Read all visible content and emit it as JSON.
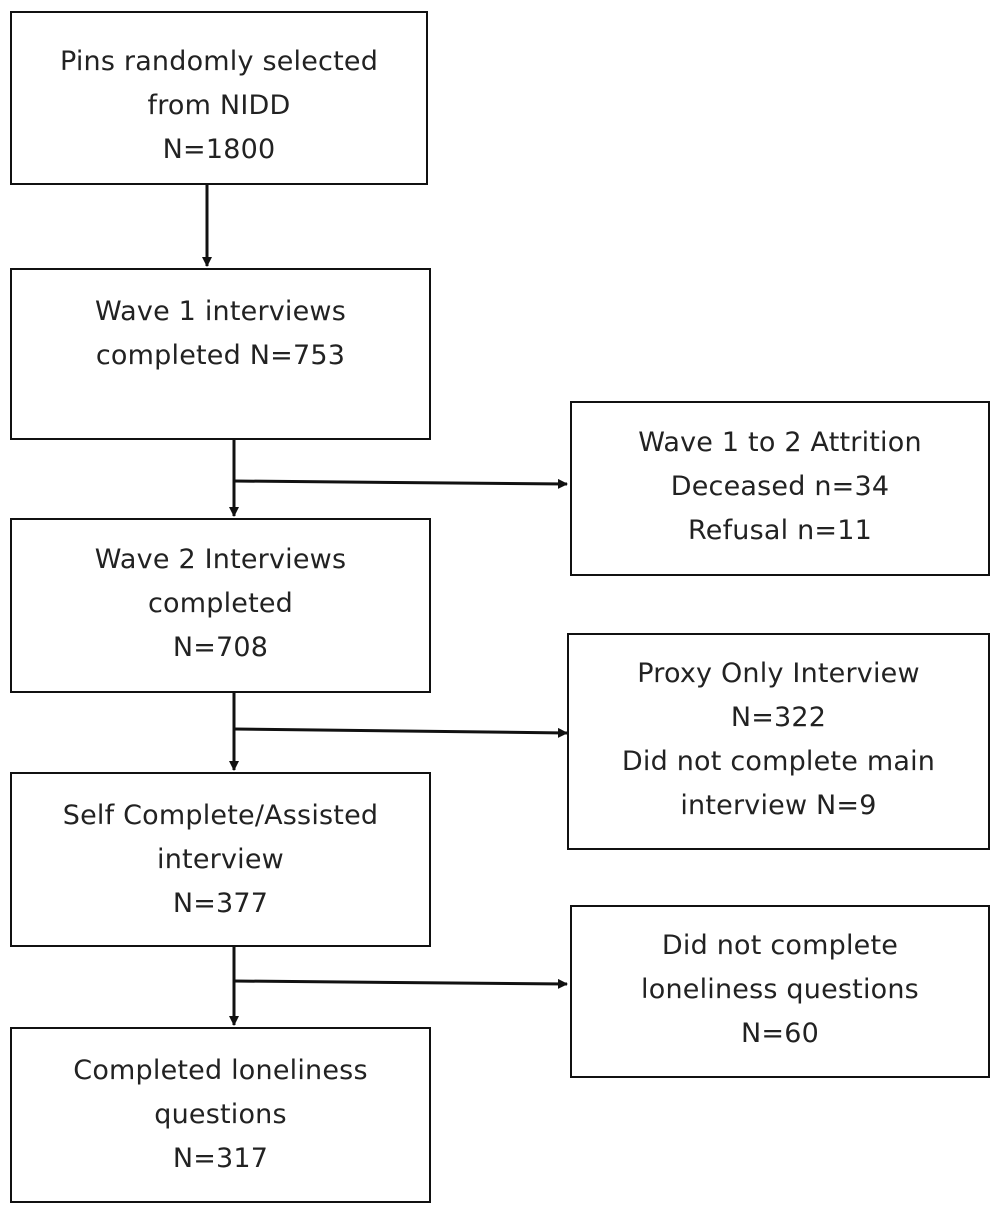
{
  "flowchart": {
    "main_boxes": [
      {
        "id": "pins",
        "lines": [
          "Pins randomly selected",
          "from NIDD",
          "N=1800"
        ]
      },
      {
        "id": "wave1",
        "lines": [
          "Wave 1 interviews",
          "completed N=753"
        ]
      },
      {
        "id": "wave2",
        "lines": [
          "Wave 2 Interviews",
          "completed",
          "N=708"
        ]
      },
      {
        "id": "self",
        "lines": [
          "Self Complete/Assisted",
          "interview",
          "N=377"
        ]
      },
      {
        "id": "completed",
        "lines": [
          "Completed loneliness",
          "questions",
          "N=317"
        ]
      }
    ],
    "side_boxes": [
      {
        "id": "attrition",
        "lines": [
          "Wave 1 to 2 Attrition",
          "Deceased n=34",
          "Refusal n=11"
        ]
      },
      {
        "id": "proxy",
        "lines": [
          "Proxy Only Interview",
          "N=322",
          "Did not complete main",
          "interview N=9"
        ]
      },
      {
        "id": "not-complete",
        "lines": [
          "Did not complete",
          "loneliness questions",
          "N=60"
        ]
      }
    ]
  }
}
